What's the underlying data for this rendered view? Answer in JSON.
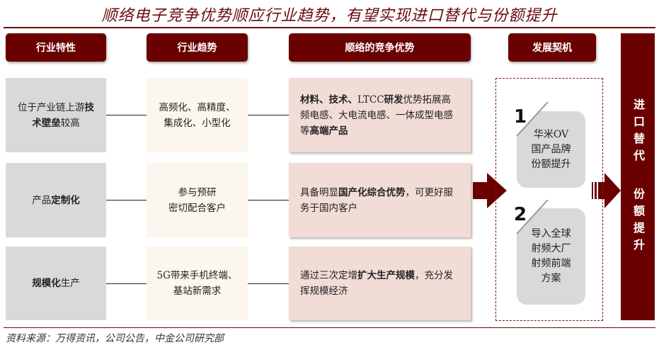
{
  "title": "顺络电子竞争优势顺应行业趋势，有望实现进口替代与份额提升",
  "headers": [
    "行业特性",
    "行业趋势",
    "顺络的竞争优势",
    "发展契机"
  ],
  "side": {
    "top": "进口替代",
    "bottom": "份额提升"
  },
  "rows": [
    {
      "c1": [
        {
          "t": "位于产业链上游"
        },
        {
          "t": "技术壁垒",
          "b": true
        },
        {
          "t": "较高"
        }
      ],
      "c2": [
        "高频化、高精度、",
        "集成化、小型化"
      ],
      "c3": [
        {
          "t": "材料、技术、",
          "b": true
        },
        {
          "t": "LTCC"
        },
        {
          "t": "研发",
          "b": true
        },
        {
          "t": "优势拓展高频电感、大电流电感、一体成型电感等"
        },
        {
          "t": "高端产品",
          "b": true
        }
      ]
    },
    {
      "c1": [
        {
          "t": "产品"
        },
        {
          "t": "定制化",
          "b": true
        }
      ],
      "c2": [
        "参与预研",
        "密切配合客户"
      ],
      "c3": [
        {
          "t": "具备明显"
        },
        {
          "t": "国产化综合优势",
          "b": true
        },
        {
          "t": "，可更好服务于国内客户"
        }
      ]
    },
    {
      "c1": [
        {
          "t": "规模化",
          "b": true
        },
        {
          "t": "生产"
        }
      ],
      "c2": [
        "5G带来手机终端、",
        "基站新需求"
      ],
      "c3": [
        {
          "t": "通过三次定增"
        },
        {
          "t": "扩大生产规模",
          "b": true
        },
        {
          "t": "，充分发挥规模经济"
        }
      ]
    }
  ],
  "opportunities": [
    {
      "num": "1",
      "lines": [
        "华米OV",
        "国产品牌",
        "份额提升"
      ]
    },
    {
      "num": "2",
      "lines": [
        "导入全球",
        "射频大厂",
        "射频前端",
        "方案"
      ]
    }
  ],
  "source": "资料来源：万得资讯，公司公告，中金公司研究部"
}
